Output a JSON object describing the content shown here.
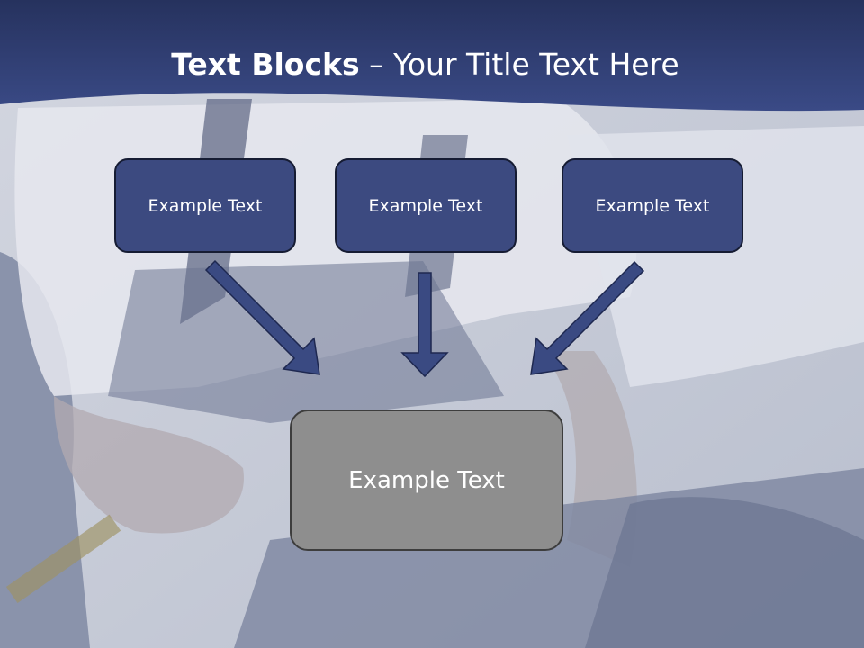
{
  "title": {
    "bold": "Text Blocks",
    "rest": " – Your Title Text Here"
  },
  "blocks": [
    {
      "label": "Example Text"
    },
    {
      "label": "Example Text"
    },
    {
      "label": "Example Text"
    }
  ],
  "target": {
    "label": "Example Text"
  },
  "colors": {
    "header": "#2f3f78",
    "block_fill": "#3c4a80",
    "target_fill": "#8e8e8e",
    "arrow": "#3a4a82"
  }
}
